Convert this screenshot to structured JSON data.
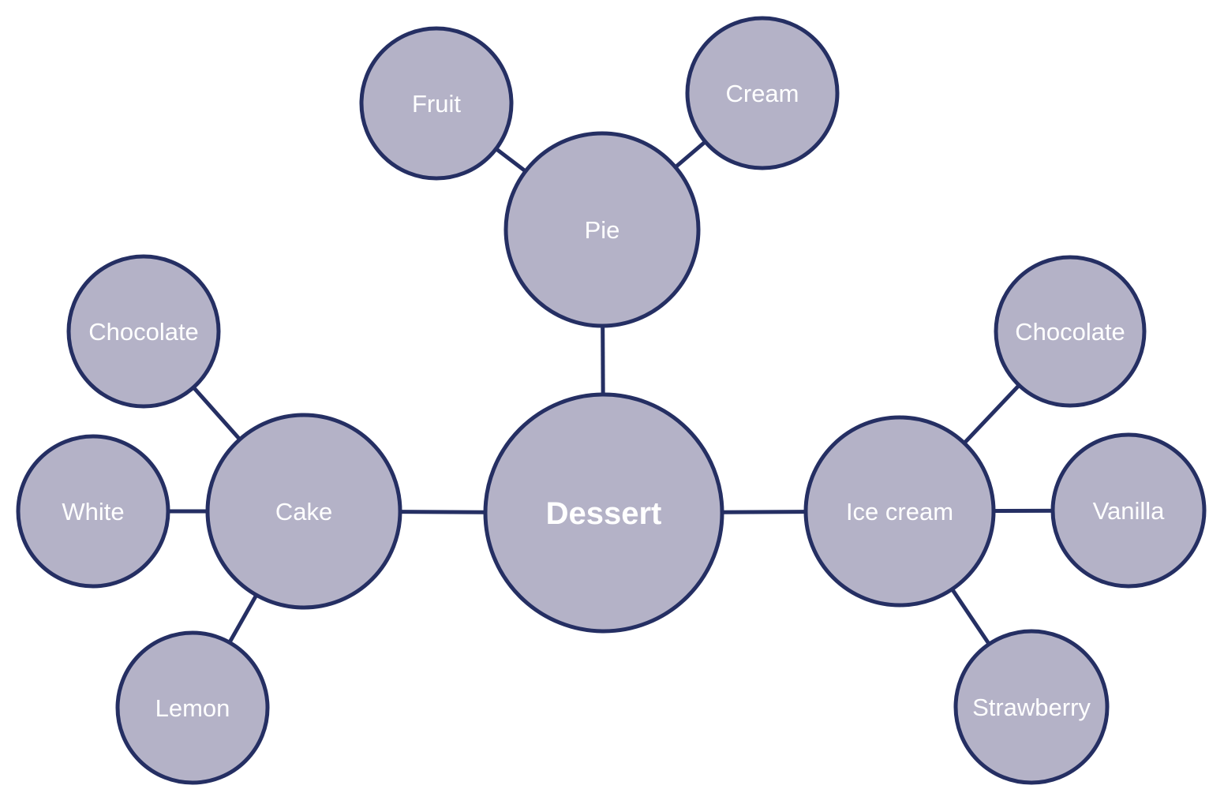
{
  "colors": {
    "background": "#ffffff",
    "node_fill": "#b4b2c7",
    "node_stroke": "#252f63",
    "label": "#ffffff"
  },
  "nodes": {
    "dessert": {
      "label": "Dessert",
      "level": "root"
    },
    "pie": {
      "label": "Pie",
      "level": "branch"
    },
    "pie_fruit": {
      "label": "Fruit",
      "level": "leaf"
    },
    "pie_cream": {
      "label": "Cream",
      "level": "leaf"
    },
    "cake": {
      "label": "Cake",
      "level": "branch"
    },
    "cake_chocolate": {
      "label": "Chocolate",
      "level": "leaf"
    },
    "cake_white": {
      "label": "White",
      "level": "leaf"
    },
    "cake_lemon": {
      "label": "Lemon",
      "level": "leaf"
    },
    "ice_cream": {
      "label": "Ice cream",
      "level": "branch"
    },
    "ice_cream_chocolate": {
      "label": "Chocolate",
      "level": "leaf"
    },
    "ice_cream_vanilla": {
      "label": "Vanilla",
      "level": "leaf"
    },
    "ice_cream_strawberry": {
      "label": "Strawberry",
      "level": "leaf"
    }
  },
  "edges": [
    [
      "dessert",
      "pie"
    ],
    [
      "dessert",
      "cake"
    ],
    [
      "dessert",
      "ice_cream"
    ],
    [
      "pie",
      "pie_fruit"
    ],
    [
      "pie",
      "pie_cream"
    ],
    [
      "cake",
      "cake_chocolate"
    ],
    [
      "cake",
      "cake_white"
    ],
    [
      "cake",
      "cake_lemon"
    ],
    [
      "ice_cream",
      "ice_cream_chocolate"
    ],
    [
      "ice_cream",
      "ice_cream_vanilla"
    ],
    [
      "ice_cream",
      "ice_cream_strawberry"
    ]
  ]
}
